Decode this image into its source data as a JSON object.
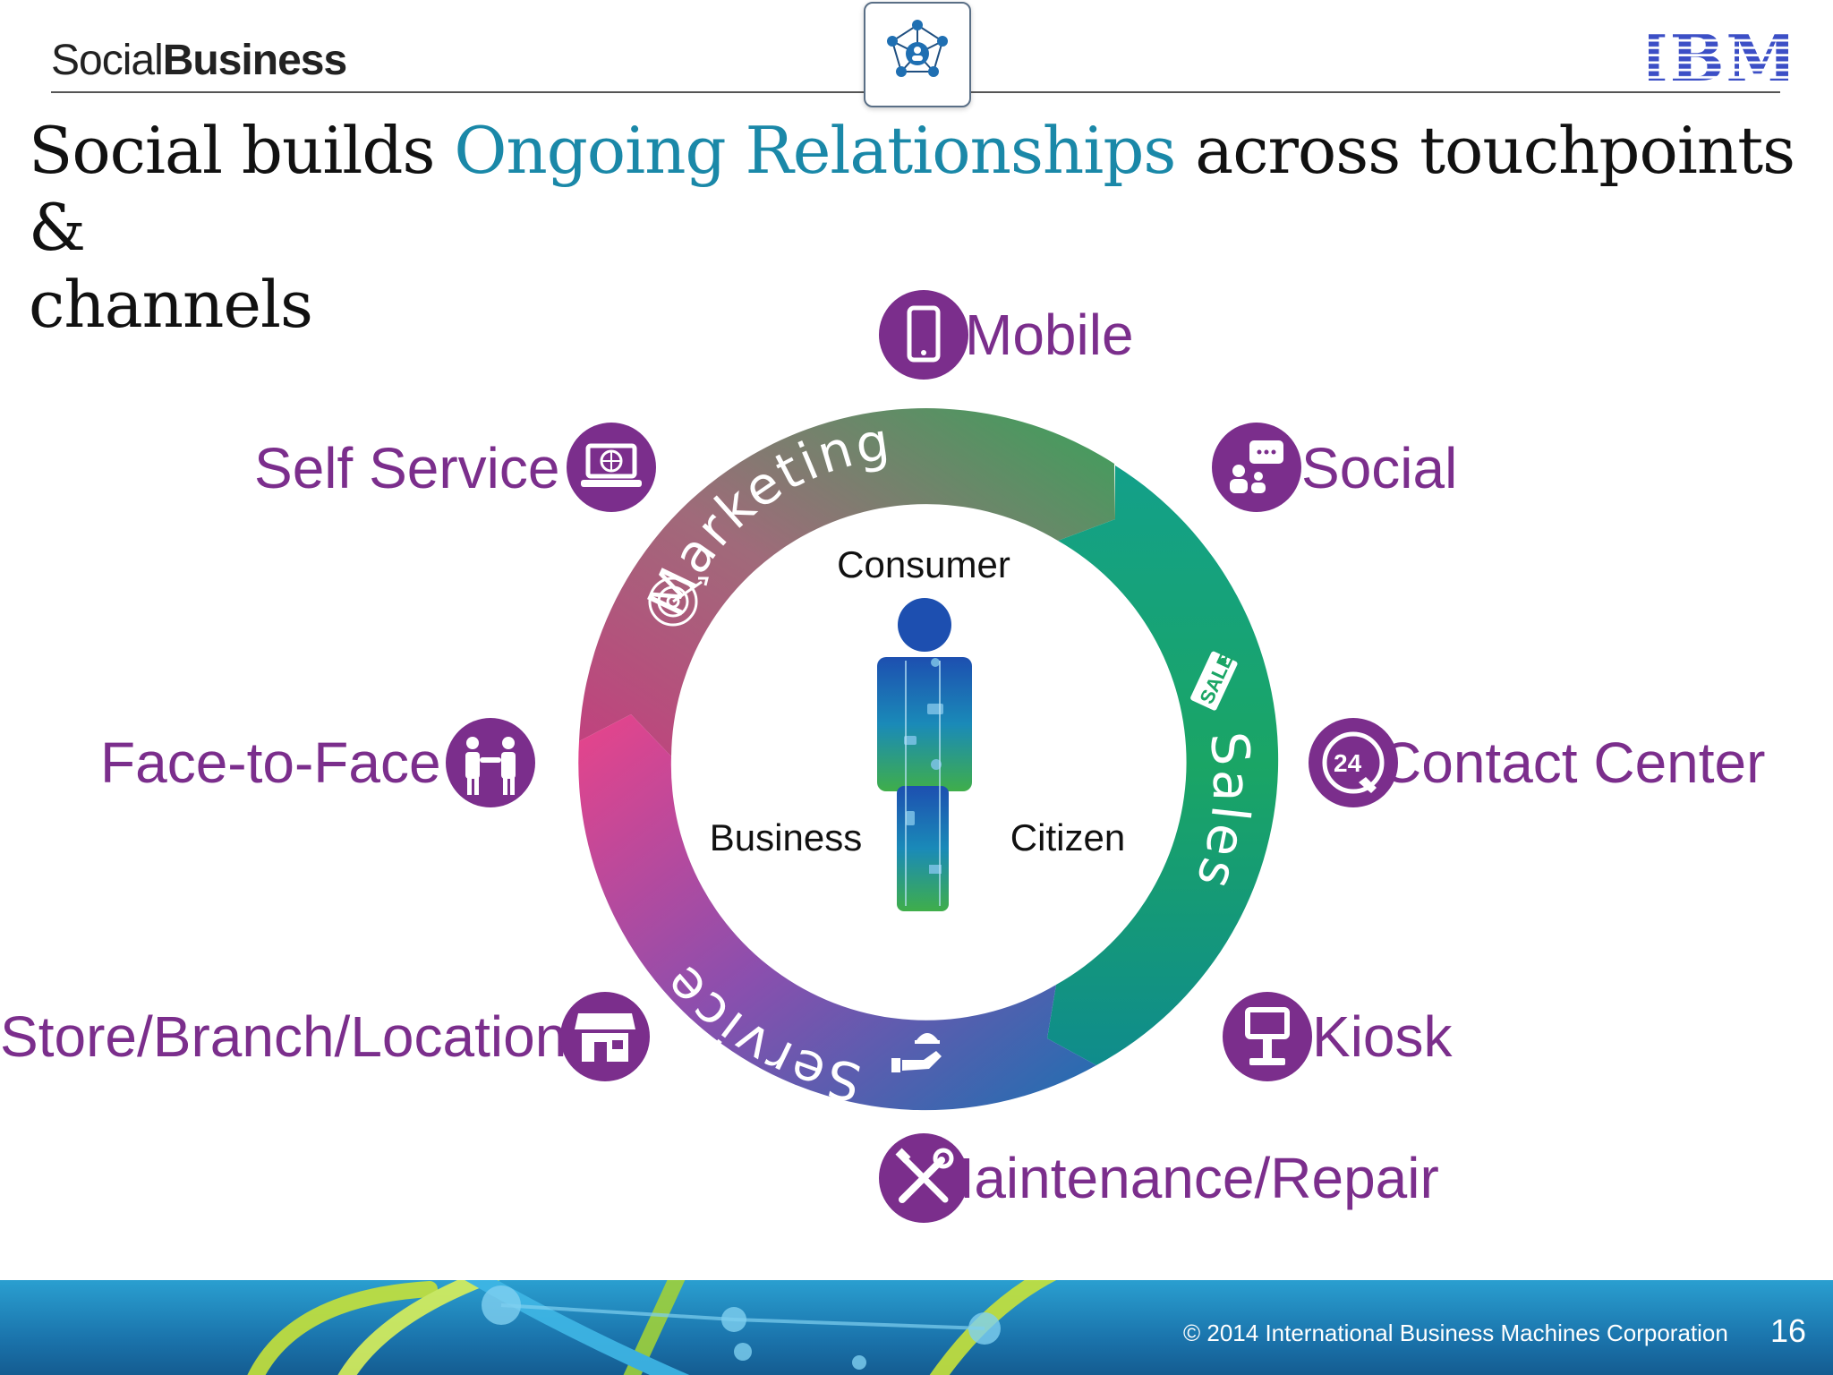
{
  "header": {
    "brand_part1": "Social",
    "brand_part2": "Business",
    "company_logo": "IBM"
  },
  "title": {
    "part1": "Social builds ",
    "highlight": "Ongoing Relationships",
    "part2": " across touchpoints &",
    "line2": "channels"
  },
  "ring": {
    "marketing": "Marketing",
    "sales": "Sales",
    "service": "Service",
    "sale_tag": "SALE"
  },
  "center": {
    "consumer": "Consumer",
    "business": "Business",
    "citizen": "Citizen"
  },
  "touchpoints": {
    "mobile": "Mobile",
    "social": "Social",
    "self_service": "Self Service",
    "contact_center": "Contact Center",
    "face_to_face": "Face-to-Face",
    "store": "Store/Branch/Location",
    "kiosk": "Kiosk",
    "maintenance": "Maintenance/Repair"
  },
  "icons": {
    "mobile": "smartphone-icon",
    "social": "chat-people-icon",
    "self_service": "laptop-globe-icon",
    "contact_center": "24h-phone-icon",
    "face_to_face": "handshake-icon",
    "store": "storefront-icon",
    "kiosk": "kiosk-icon",
    "maintenance": "tools-icon",
    "contact_center_number": "24"
  },
  "footer": {
    "copyright": "© 2014 International Business Machines Corporation",
    "page_number": "16"
  },
  "colors": {
    "accent_purple": "#7b2e8c",
    "title_highlight": "#1a88a8"
  }
}
